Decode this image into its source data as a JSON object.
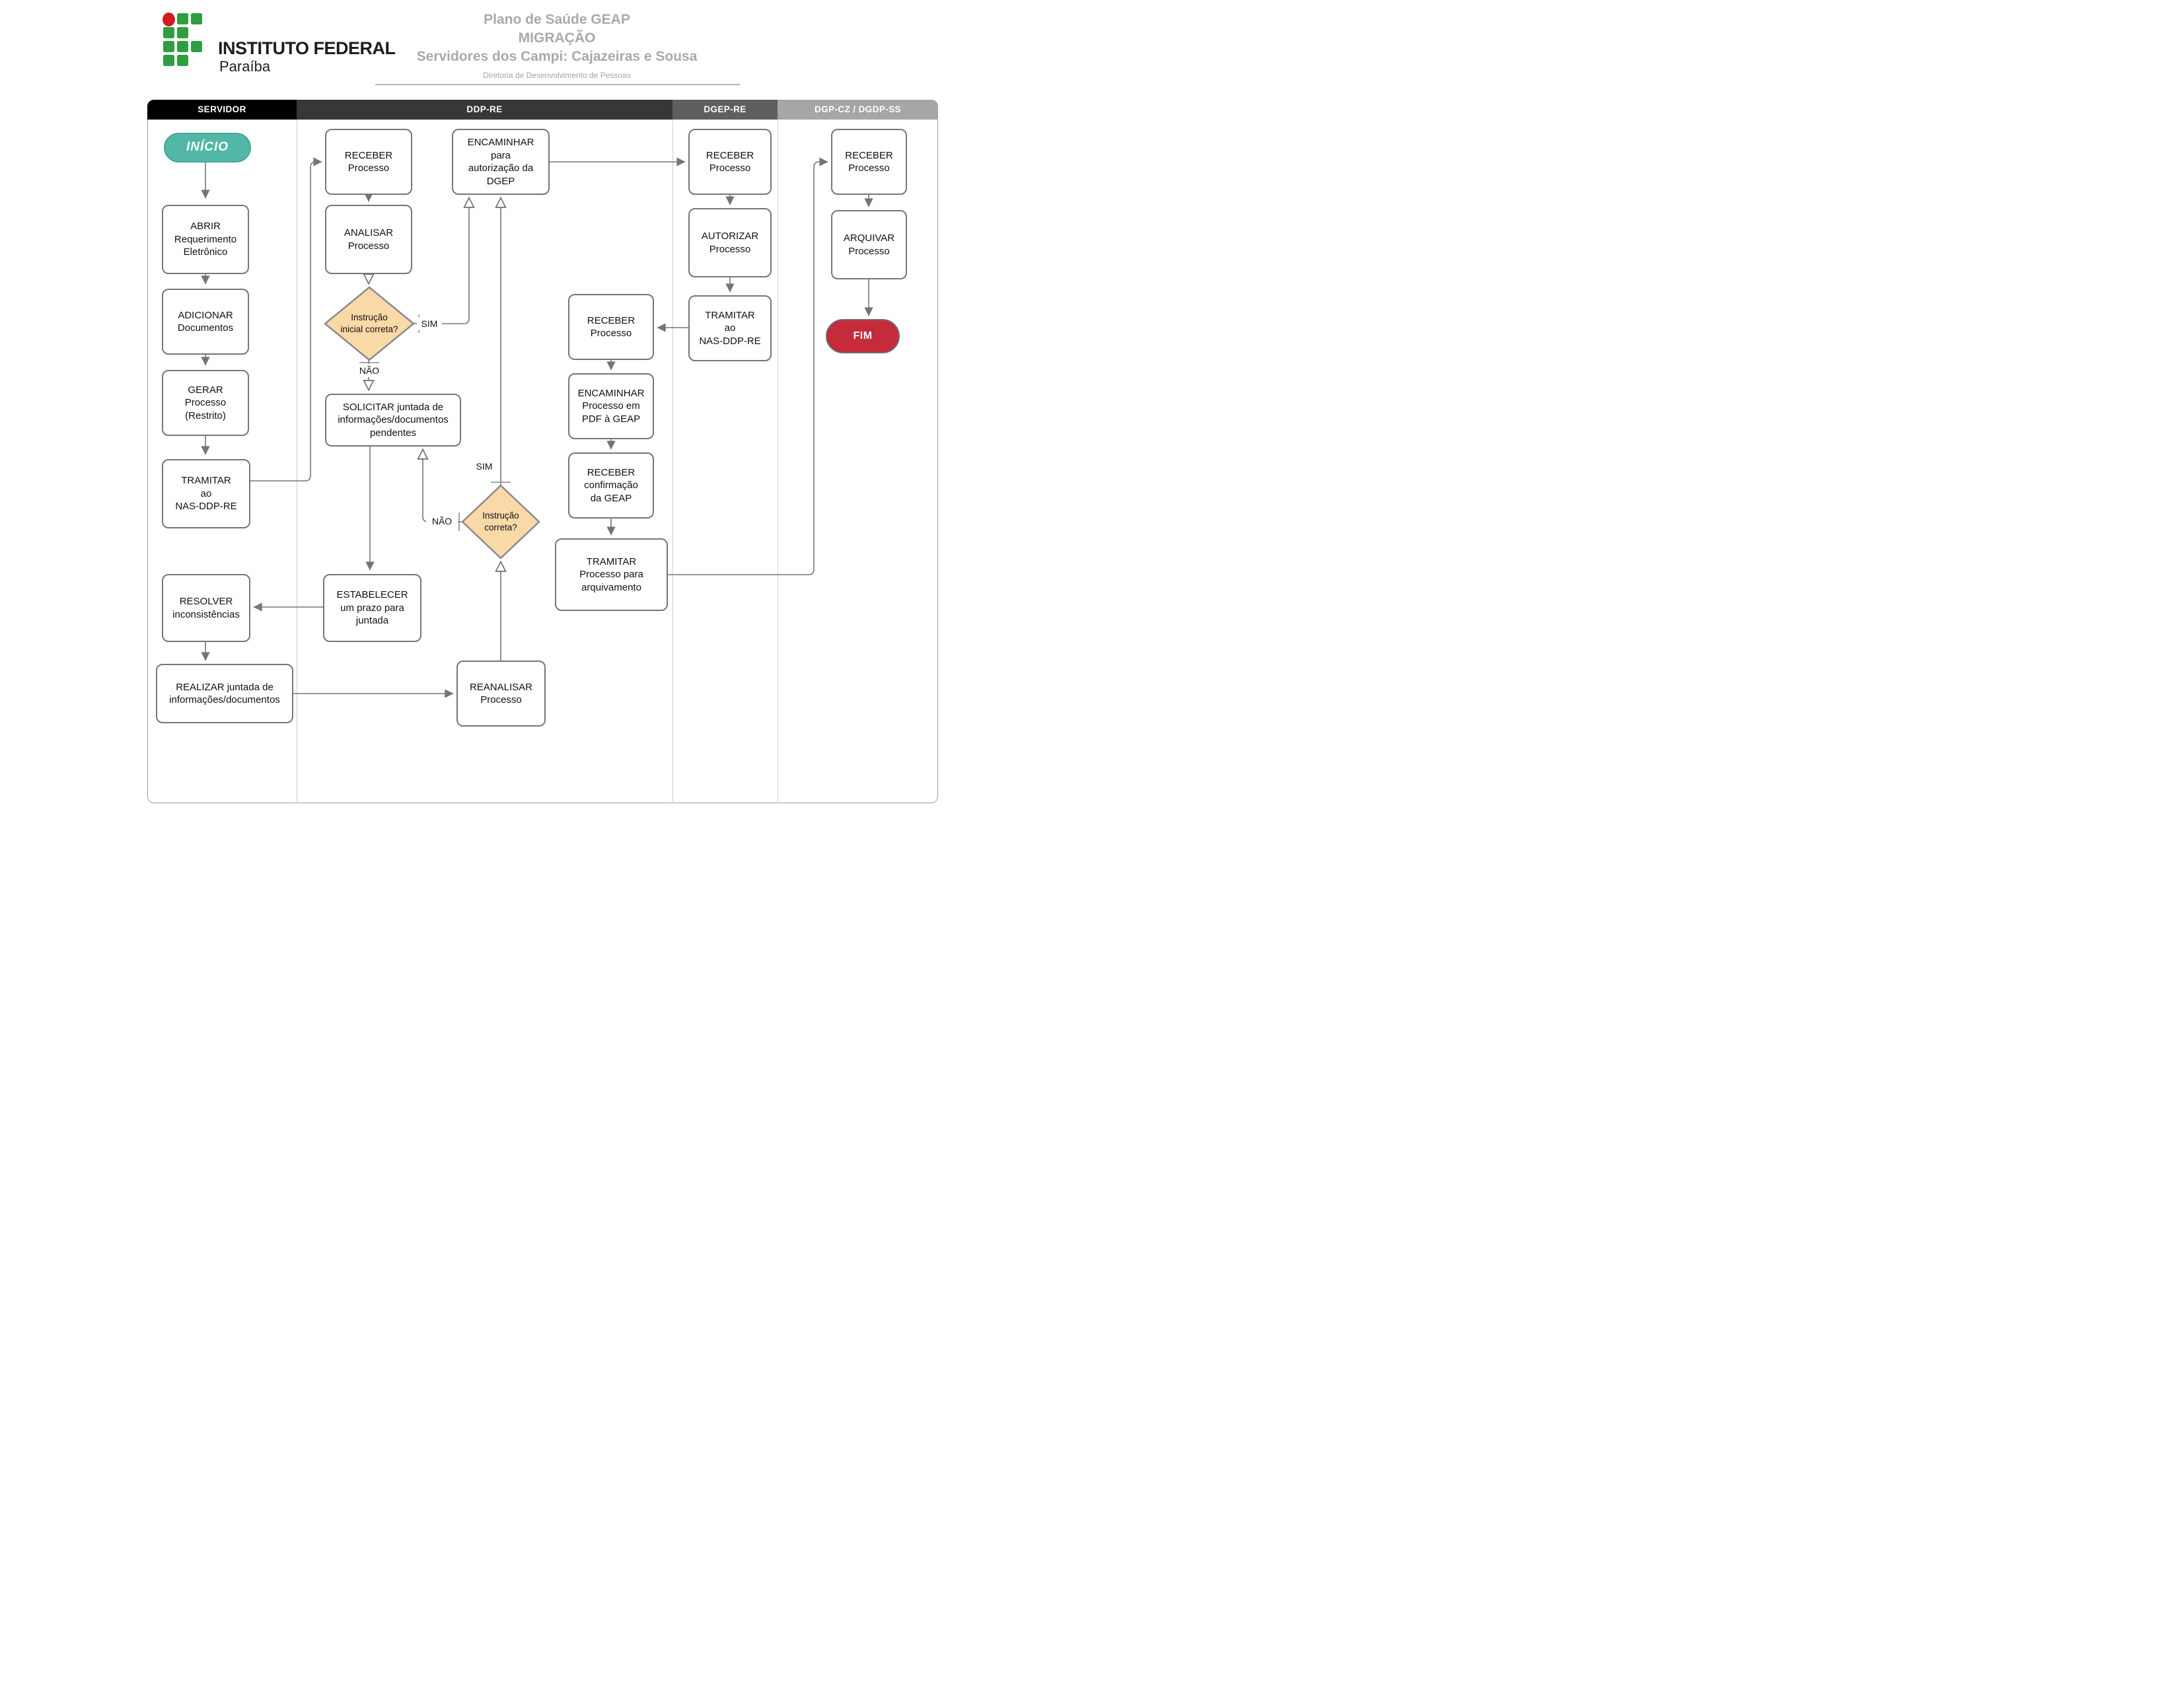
{
  "header": {
    "logo": {
      "institution": "INSTITUTO FEDERAL",
      "campus": "Paraíba"
    },
    "title_lines": [
      "Plano de Saúde GEAP",
      "MIGRAÇÃO",
      "Servidores dos Campi: Cajazeiras e Sousa"
    ],
    "subtitle": "Diretoria de Desenvolvimento de Pessoas"
  },
  "lanes": [
    {
      "label": "SERVIDOR",
      "color": "#000000"
    },
    {
      "label": "DDP-RE",
      "color": "#373737"
    },
    {
      "label": "DGEP-RE",
      "color": "#5f5f5f"
    },
    {
      "label": "DGP-CZ / DGDP-SS",
      "color": "#a6a6a6"
    }
  ],
  "nodes": {
    "inicio": "INÍCIO",
    "abrir": "ABRIR\nRequerimento\nEletrônico",
    "adicionar": "ADICIONAR\nDocumentos",
    "gerar": "GERAR\nProcesso\n(Restrito)",
    "tramitar_nas": "TRAMITAR\nao\nNAS-DDP-RE",
    "resolver": "RESOLVER\ninconsistências",
    "realizar": "REALIZAR  juntada de\ninformações/documentos",
    "receber_ddp": "RECEBER\nProcesso",
    "analisar": "ANALISAR\nProcesso",
    "decisao1": "Instrução\ninicial correta?",
    "solicitar": "SOLICITAR juntada de\ninformações/documentos\npendentes",
    "estabelecer": "ESTABELECER\num prazo para\njuntada",
    "encaminhar_dgep": "ENCAMINHAR\npara\nautorização da\nDGEP",
    "reanalisar": "REANALISAR\nProcesso",
    "decisao2": "Instrução\ncorreta?",
    "receber_ddp2": "RECEBER\nProcesso",
    "encaminhar_pdf": "ENCAMINHAR\nProcesso em\nPDF à GEAP",
    "receber_conf": "RECEBER\nconfirmação\nda GEAP",
    "tramitar_arq": "TRAMITAR\nProcesso para\narquivamento",
    "receber_dgep": "RECEBER\nProcesso",
    "autorizar": "AUTORIZAR\nProcesso",
    "tramitar_nas2": "TRAMITAR\nao\nNAS-DDP-RE",
    "receber_dgp": "RECEBER\nProcesso",
    "arquivar": "ARQUIVAR\nProcesso",
    "fim": "FIM"
  },
  "edge_labels": {
    "sim1": "SIM",
    "nao1": "NÃO",
    "sim2": "SIM",
    "nao2": "NÃO"
  },
  "colors": {
    "start_fill": "#52b7a6",
    "end_fill": "#c52b3a",
    "diamond_fill": "#f9d9a7",
    "diamond_stroke": "#8a8a8a",
    "box_border": "#767676",
    "connector": "#757575",
    "logo_green": "#2f9e41",
    "logo_red": "#d01c24",
    "title_gray": "#a9a9a9"
  }
}
